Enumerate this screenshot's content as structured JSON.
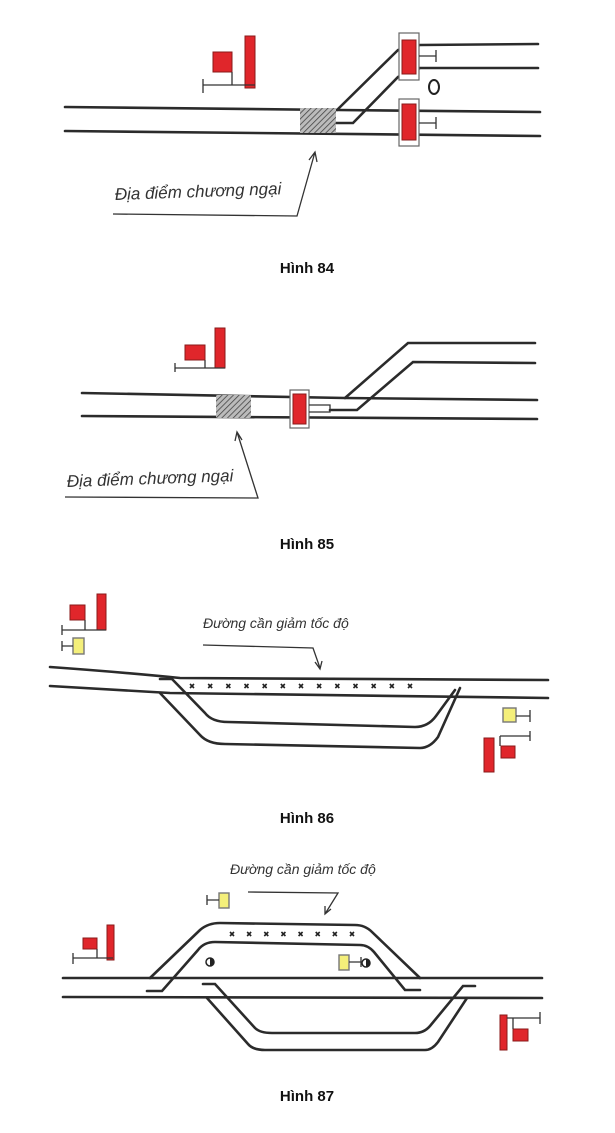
{
  "figures": [
    {
      "caption": "Hình 84",
      "label": "Địa điểm chương ngại"
    },
    {
      "caption": "Hình 85",
      "label": "Địa điểm chương ngại"
    },
    {
      "caption": "Hình 86",
      "label": "Đường cần giảm tốc độ"
    },
    {
      "caption": "Hình 87",
      "label": "Đường cần giảm tốc độ"
    }
  ],
  "colors": {
    "signal_red": "#e0262b",
    "signal_yellow": "#f4ef7a",
    "track": "#2b2b2b"
  }
}
